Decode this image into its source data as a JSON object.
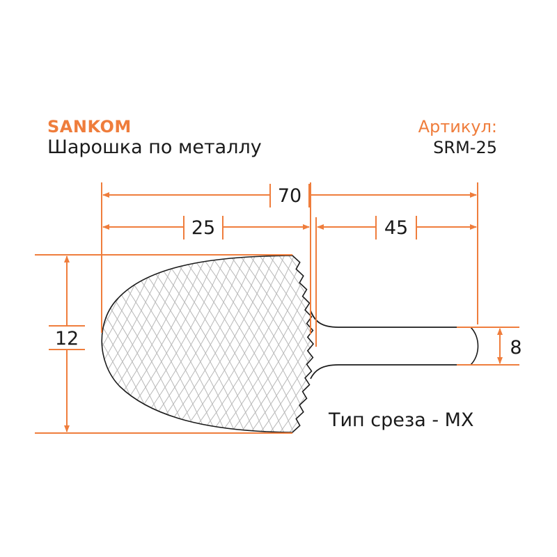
{
  "header": {
    "brand": "SANKOM",
    "product_name": "Шарошка по металлу",
    "sku_label": "Артикул:",
    "sku_value": "SRM-25"
  },
  "dimensions": {
    "total_length": "70",
    "head_length": "25",
    "shank_length": "45",
    "head_diameter": "12",
    "shank_diameter": "8"
  },
  "cut_type": "Тип среза - MX",
  "colors": {
    "accent": "#ef7d3c",
    "outline": "#1a1a1a",
    "hatch": "#b8b8b8"
  }
}
